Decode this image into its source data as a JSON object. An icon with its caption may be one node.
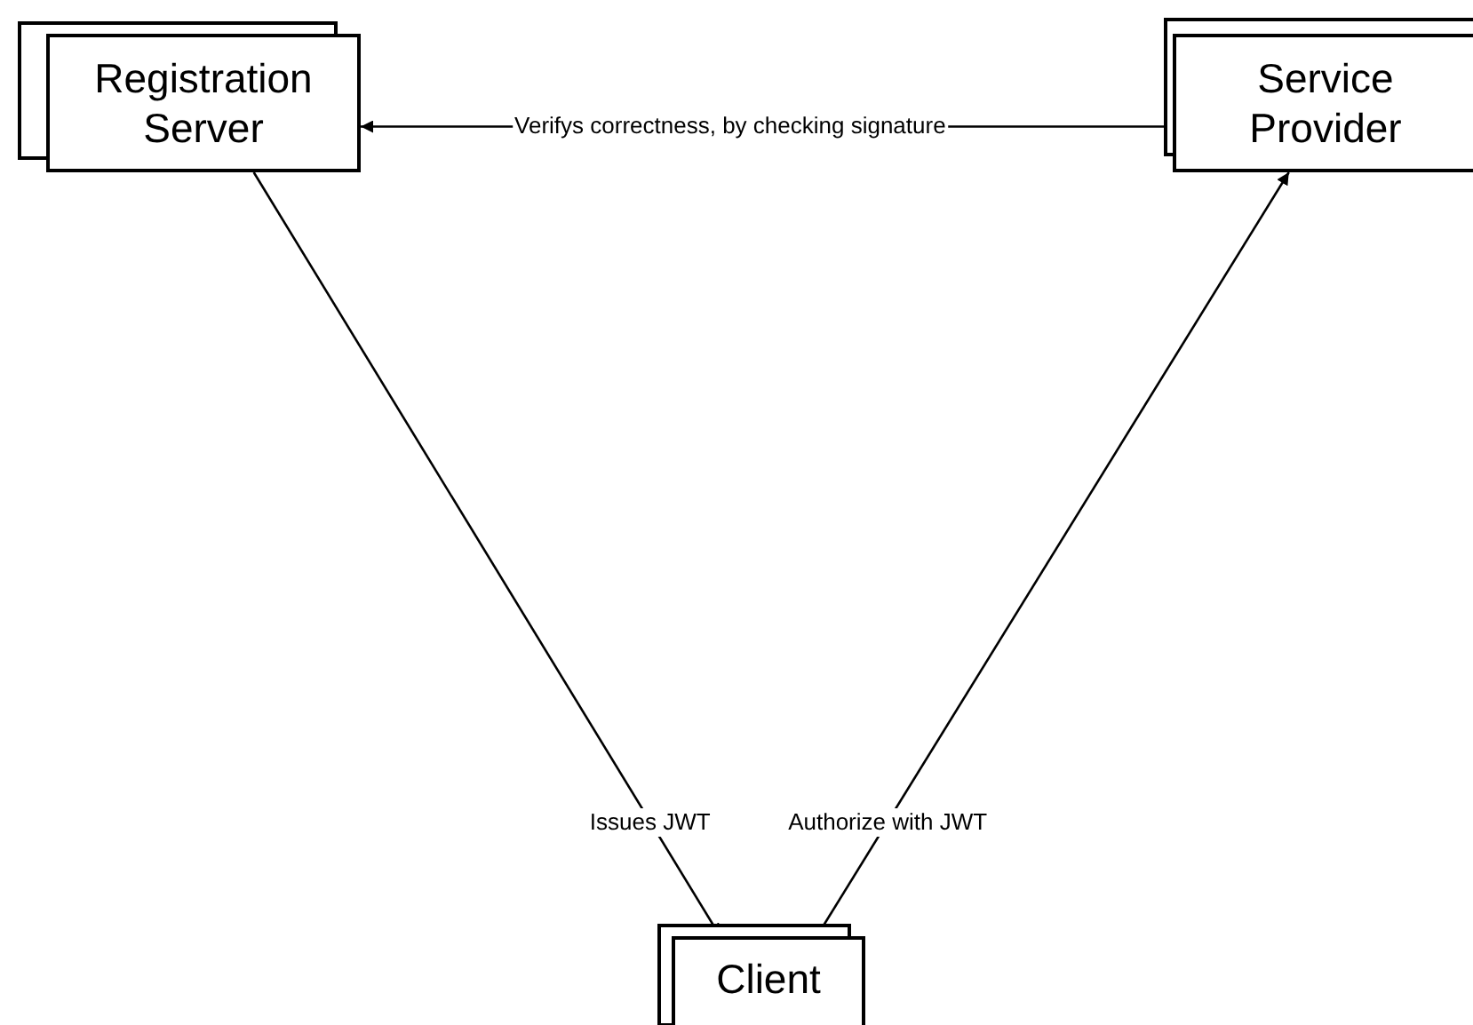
{
  "diagram": {
    "nodes": [
      {
        "text": [
          "Registration Server"
        ]
      },
      {
        "text": [
          "Service Provider"
        ]
      },
      {
        "text": [
          "Client"
        ]
      }
    ],
    "edges": [
      {
        "from": 1,
        "to": 0,
        "arrow": "to",
        "label": "Verifys correctness, by checking signature"
      },
      {
        "from": 0,
        "to": 2,
        "arrow": "to",
        "label": "Issues JWT"
      },
      {
        "from": 2,
        "to": 1,
        "arrow": "to",
        "label": "Authorize with JWT"
      }
    ]
  }
}
